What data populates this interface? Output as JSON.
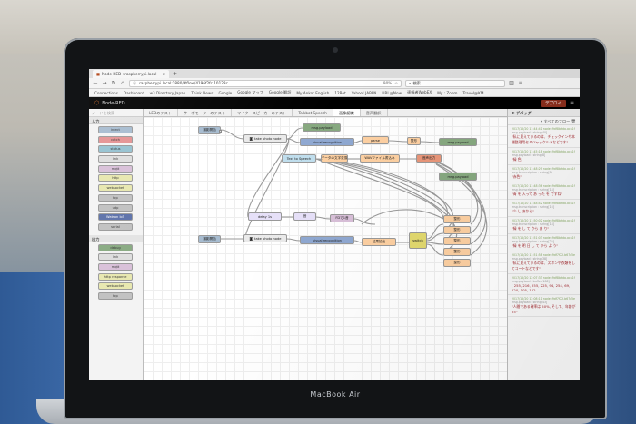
{
  "browser": {
    "tab_title": "Node-RED : raspberrypi.local",
    "url": "raspberrypi.local:1880/#flow/4196f2fc.10128c",
    "zoom": "90%",
    "search_placeholder": "検索",
    "bookmarks": [
      "Connections",
      "Dashboard",
      "w3 Directory Japan",
      "Think News",
      "Google",
      "Google マップ",
      "Google 翻訳",
      "My Ankor English",
      "12Bet",
      "Yahoo! JAPAN",
      "URL@Now",
      "速報者WebEX",
      "My : Zoom",
      "Travel@KM"
    ]
  },
  "nodered": {
    "title": "Node-RED",
    "deploy_label": "デプロイ",
    "palette": {
      "filter_placeholder": "ノードを検索",
      "categories": [
        {
          "name": "入力",
          "nodes": [
            "inject",
            "catch",
            "status",
            "link",
            "mqtt",
            "http",
            "websocket",
            "tcp",
            "udp",
            "Watson IoT",
            "serial"
          ]
        },
        {
          "name": "出力",
          "nodes": [
            "debug",
            "link",
            "mqtt",
            "http response",
            "websocket",
            "tcp"
          ]
        }
      ]
    },
    "flow_tabs": [
      "LEDのテスト",
      "サーボモーターのテスト",
      "マイク・スピーカーのテスト",
      "Talkbot Speech",
      "画像認識",
      "音声翻訳"
    ],
    "active_tab_index": 4,
    "nodes": {
      "n1": "撮影開始",
      "n2": "take photo node",
      "n3": "msg.payload",
      "n4": "visual recognition",
      "n5": "parse",
      "n6": "整形",
      "n7": "msg.payload",
      "n8": "Text to Speech",
      "n9": "データの文字変換",
      "n10": "WAVファイル書込み",
      "n11": "音声出力",
      "n12": "msg.payload",
      "n13": "delay 1s",
      "n14": "音",
      "n15": "FDで1音",
      "n16": "撮影開始",
      "n17": "take photo node",
      "n18": "visual recognition",
      "n19": "結果抽出",
      "n20": "switch",
      "n21": "整形",
      "n22": "整形",
      "n23": "整形",
      "n24": "整形",
      "n25": "整形"
    },
    "debug": {
      "title": "デバッグ",
      "filter_label": "すべてのフロー",
      "messages": [
        {
          "meta": "2017/12/20 11:44:41  node: 9df8b9da.aca1f",
          "topic": "msg.payload : string[40]",
          "value": "\"私に見えているのは、チェックインや本棚整理用セミジャッケルトなどです\""
        },
        {
          "meta": "2017/12/20 11:45:18  node: 9df8b9da.aca1f",
          "topic": "msg.payload : string[8]",
          "value": "\"緑 色\""
        },
        {
          "meta": "2017/12/20 11:48:29  node: 9df8b9da.aca1f",
          "topic": "msg.transcription : string[9]",
          "value": "\"赤色\""
        },
        {
          "meta": "2017/12/20 11:48:36  node: 9df8b9da.aca1f",
          "topic": "msg.transcription : string[18]",
          "value": "\"青 を 入って あ った を ですね\""
        },
        {
          "meta": "2017/12/20 11:48:42  node: 9df8b9da.aca1f",
          "topic": "msg.transcription : string[16]",
          "value": "\"少 し あから\""
        },
        {
          "meta": "2017/12/20 11:50:02  node: 9df8b9da.aca1f",
          "topic": "msg.transcription : string[18]",
          "value": "\"緑 を し て から あ り\""
        },
        {
          "meta": "2017/12/20 11:51:03  node: 9df8b9da.aca1f",
          "topic": "msg.transcription : string[22]",
          "value": "\"緑 を 明 日 し て から よ う\""
        },
        {
          "meta": "2017/12/20 11:51:58  node: 9df7f22.b67c5e",
          "topic": "msg.payload : string[38]",
          "value": "\"私に見えているのは、ズボンや衣類をしてコートなどです\""
        },
        {
          "meta": "2017/12/20 12:07:33  node: 9df8b9da.aca1f",
          "topic": "msg.payload : buffer[108]",
          "value": "[ 255, 216, 255, 225, 94, 254, 69, 120, 105, 102 ... ]"
        },
        {
          "meta": "2017/12/20 12:08:11  node: 9df7f22.b67c5e",
          "topic": "msg.payload : string[43]",
          "value": "\"人間である確率は 50%, そして、年齢が 25\""
        }
      ]
    }
  },
  "laptop": {
    "brand": "MacBook Air"
  },
  "colors": {
    "inject": "#a6bbcf",
    "function": "#fdd0a2",
    "debug": "#87a980",
    "watson": "#8fa8d1",
    "tts": "#c0deed",
    "switch": "#e2d96e",
    "output": "#e9967a",
    "deploy": "#8a2e1d"
  }
}
